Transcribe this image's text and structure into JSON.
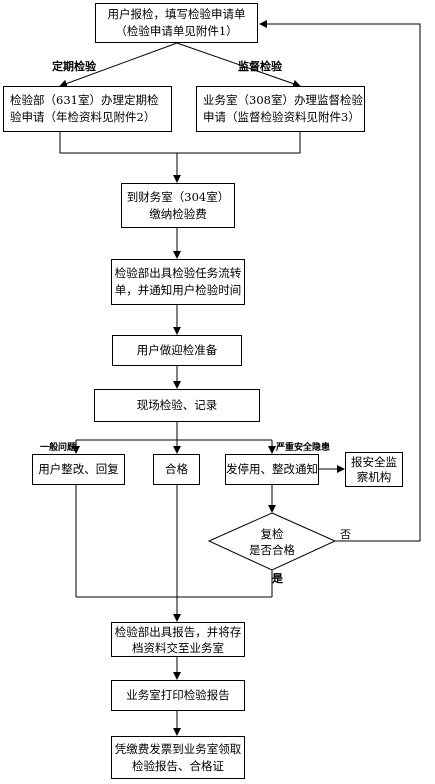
{
  "diagram": {
    "nodes": {
      "apply": "用户报检，填写检验申请单\n（检验申请单见附件1）",
      "inspect_dept": "检验部（631室）办理定期检\n验申请（年检资料见附件2）",
      "business_office": "业务室（308室）办理监督检验\n申请（监督检验资料见附件3）",
      "finance": "到财务室（304室）\n缴纳检验费",
      "task_sheet": "检验部出具检验任务流转\n单，并通知用户检验时间",
      "prepare": "用户做迎检准备",
      "onsite": "现场检验、记录",
      "user_fix": "用户整改、回复",
      "qualified": "合格",
      "stop_notice": "发停用、整改通知",
      "report_safety": "报安全监\n察机构",
      "recheck": "复检\n是否合格",
      "issue_report": "检验部出具报告，并将存\n档资料交至业务室",
      "print_report": "业务室打印检验报告",
      "collect": "凭缴费发票到业务室领取\n检验报告、合格证"
    },
    "edge_labels": {
      "periodic": "定期检验",
      "supervision": "监督检验",
      "general_issue": "一般问题",
      "serious_hazard": "严重安全隐患",
      "no": "否",
      "yes": "是"
    }
  }
}
